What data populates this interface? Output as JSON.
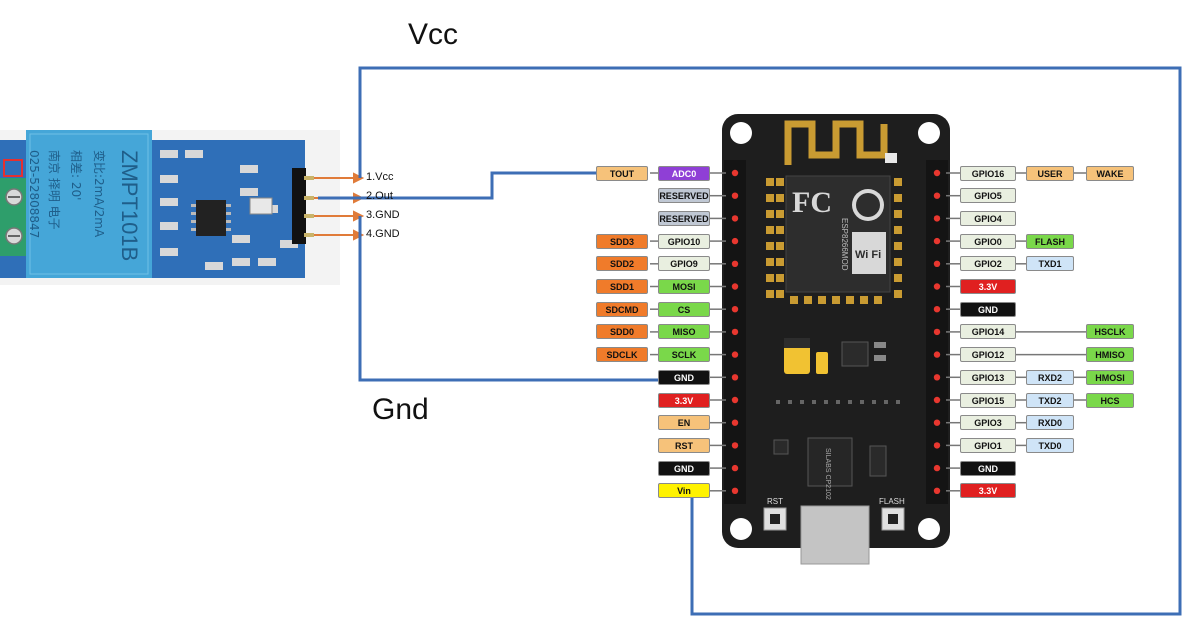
{
  "labels": {
    "vcc": "Vcc",
    "gnd": "Gnd"
  },
  "sensor": {
    "model_text": "ZMPT101B",
    "ratio_text": "变比:2mA/2mA",
    "phase_text": "相差: 20'",
    "vendor_text": "南京 择明 电子",
    "phone_text": "025-52808847",
    "pins": [
      "1.Vcc",
      "2.Out",
      "3.GND",
      "4.GND"
    ]
  },
  "nodemcu": {
    "left_pins": [
      {
        "primary": "ADC0",
        "secondary": "TOUT",
        "color": "#8f3fd6"
      },
      {
        "primary": "RESERVED",
        "secondary": "",
        "color": "#c0c8d4"
      },
      {
        "primary": "RESERVED",
        "secondary": "",
        "color": "#c0c8d4"
      },
      {
        "primary": "GPIO10",
        "secondary": "SDD3",
        "color": "#e9efe0"
      },
      {
        "primary": "GPIO9",
        "secondary": "SDD2",
        "color": "#e9efe0"
      },
      {
        "primary": "MOSI",
        "secondary": "SDD1",
        "color": "#7ad84a"
      },
      {
        "primary": "CS",
        "secondary": "SDCMD",
        "color": "#7ad84a"
      },
      {
        "primary": "MISO",
        "secondary": "SDD0",
        "color": "#7ad84a"
      },
      {
        "primary": "SCLK",
        "secondary": "SDCLK",
        "color": "#7ad84a"
      },
      {
        "primary": "GND",
        "secondary": "",
        "color": "#111111"
      },
      {
        "primary": "3.3V",
        "secondary": "",
        "color": "#e02020"
      },
      {
        "primary": "EN",
        "secondary": "",
        "color": "#f6c27a"
      },
      {
        "primary": "RST",
        "secondary": "",
        "color": "#f6c27a"
      },
      {
        "primary": "GND",
        "secondary": "",
        "color": "#111111"
      },
      {
        "primary": "Vin",
        "secondary": "",
        "color": "#fff200"
      }
    ],
    "right_pins": [
      {
        "primary": "GPIO16",
        "extra": [
          "USER",
          "WAKE"
        ]
      },
      {
        "primary": "GPIO5",
        "extra": []
      },
      {
        "primary": "GPIO4",
        "extra": []
      },
      {
        "primary": "GPIO0",
        "extra": [
          "FLASH"
        ]
      },
      {
        "primary": "GPIO2",
        "extra": [
          "TXD1"
        ]
      },
      {
        "primary": "3.3V",
        "extra": []
      },
      {
        "primary": "GND",
        "extra": []
      },
      {
        "primary": "GPIO14",
        "extra": [
          "HSCLK"
        ]
      },
      {
        "primary": "GPIO12",
        "extra": [
          "HMISO"
        ]
      },
      {
        "primary": "GPIO13",
        "extra": [
          "RXD2",
          "HMOSI"
        ]
      },
      {
        "primary": "GPIO15",
        "extra": [
          "TXD2",
          "HCS"
        ]
      },
      {
        "primary": "GPIO3",
        "extra": [
          "RXD0"
        ]
      },
      {
        "primary": "GPIO1",
        "extra": [
          "TXD0"
        ]
      },
      {
        "primary": "GND",
        "extra": []
      },
      {
        "primary": "3.3V",
        "extra": []
      }
    ],
    "board_texts": {
      "rst": "RST",
      "flash": "FLASH",
      "chip": "SILABS CP2102",
      "fcc": "FC",
      "wifi": "Wi Fi",
      "module": "ESP8266MOD"
    }
  },
  "colors": {
    "wire": "#3d6eb5",
    "arrow": "#e07b39",
    "board": "#1e1e1e",
    "sensor_pcb": "#2f6fb8",
    "transformer": "#45a6d8"
  }
}
